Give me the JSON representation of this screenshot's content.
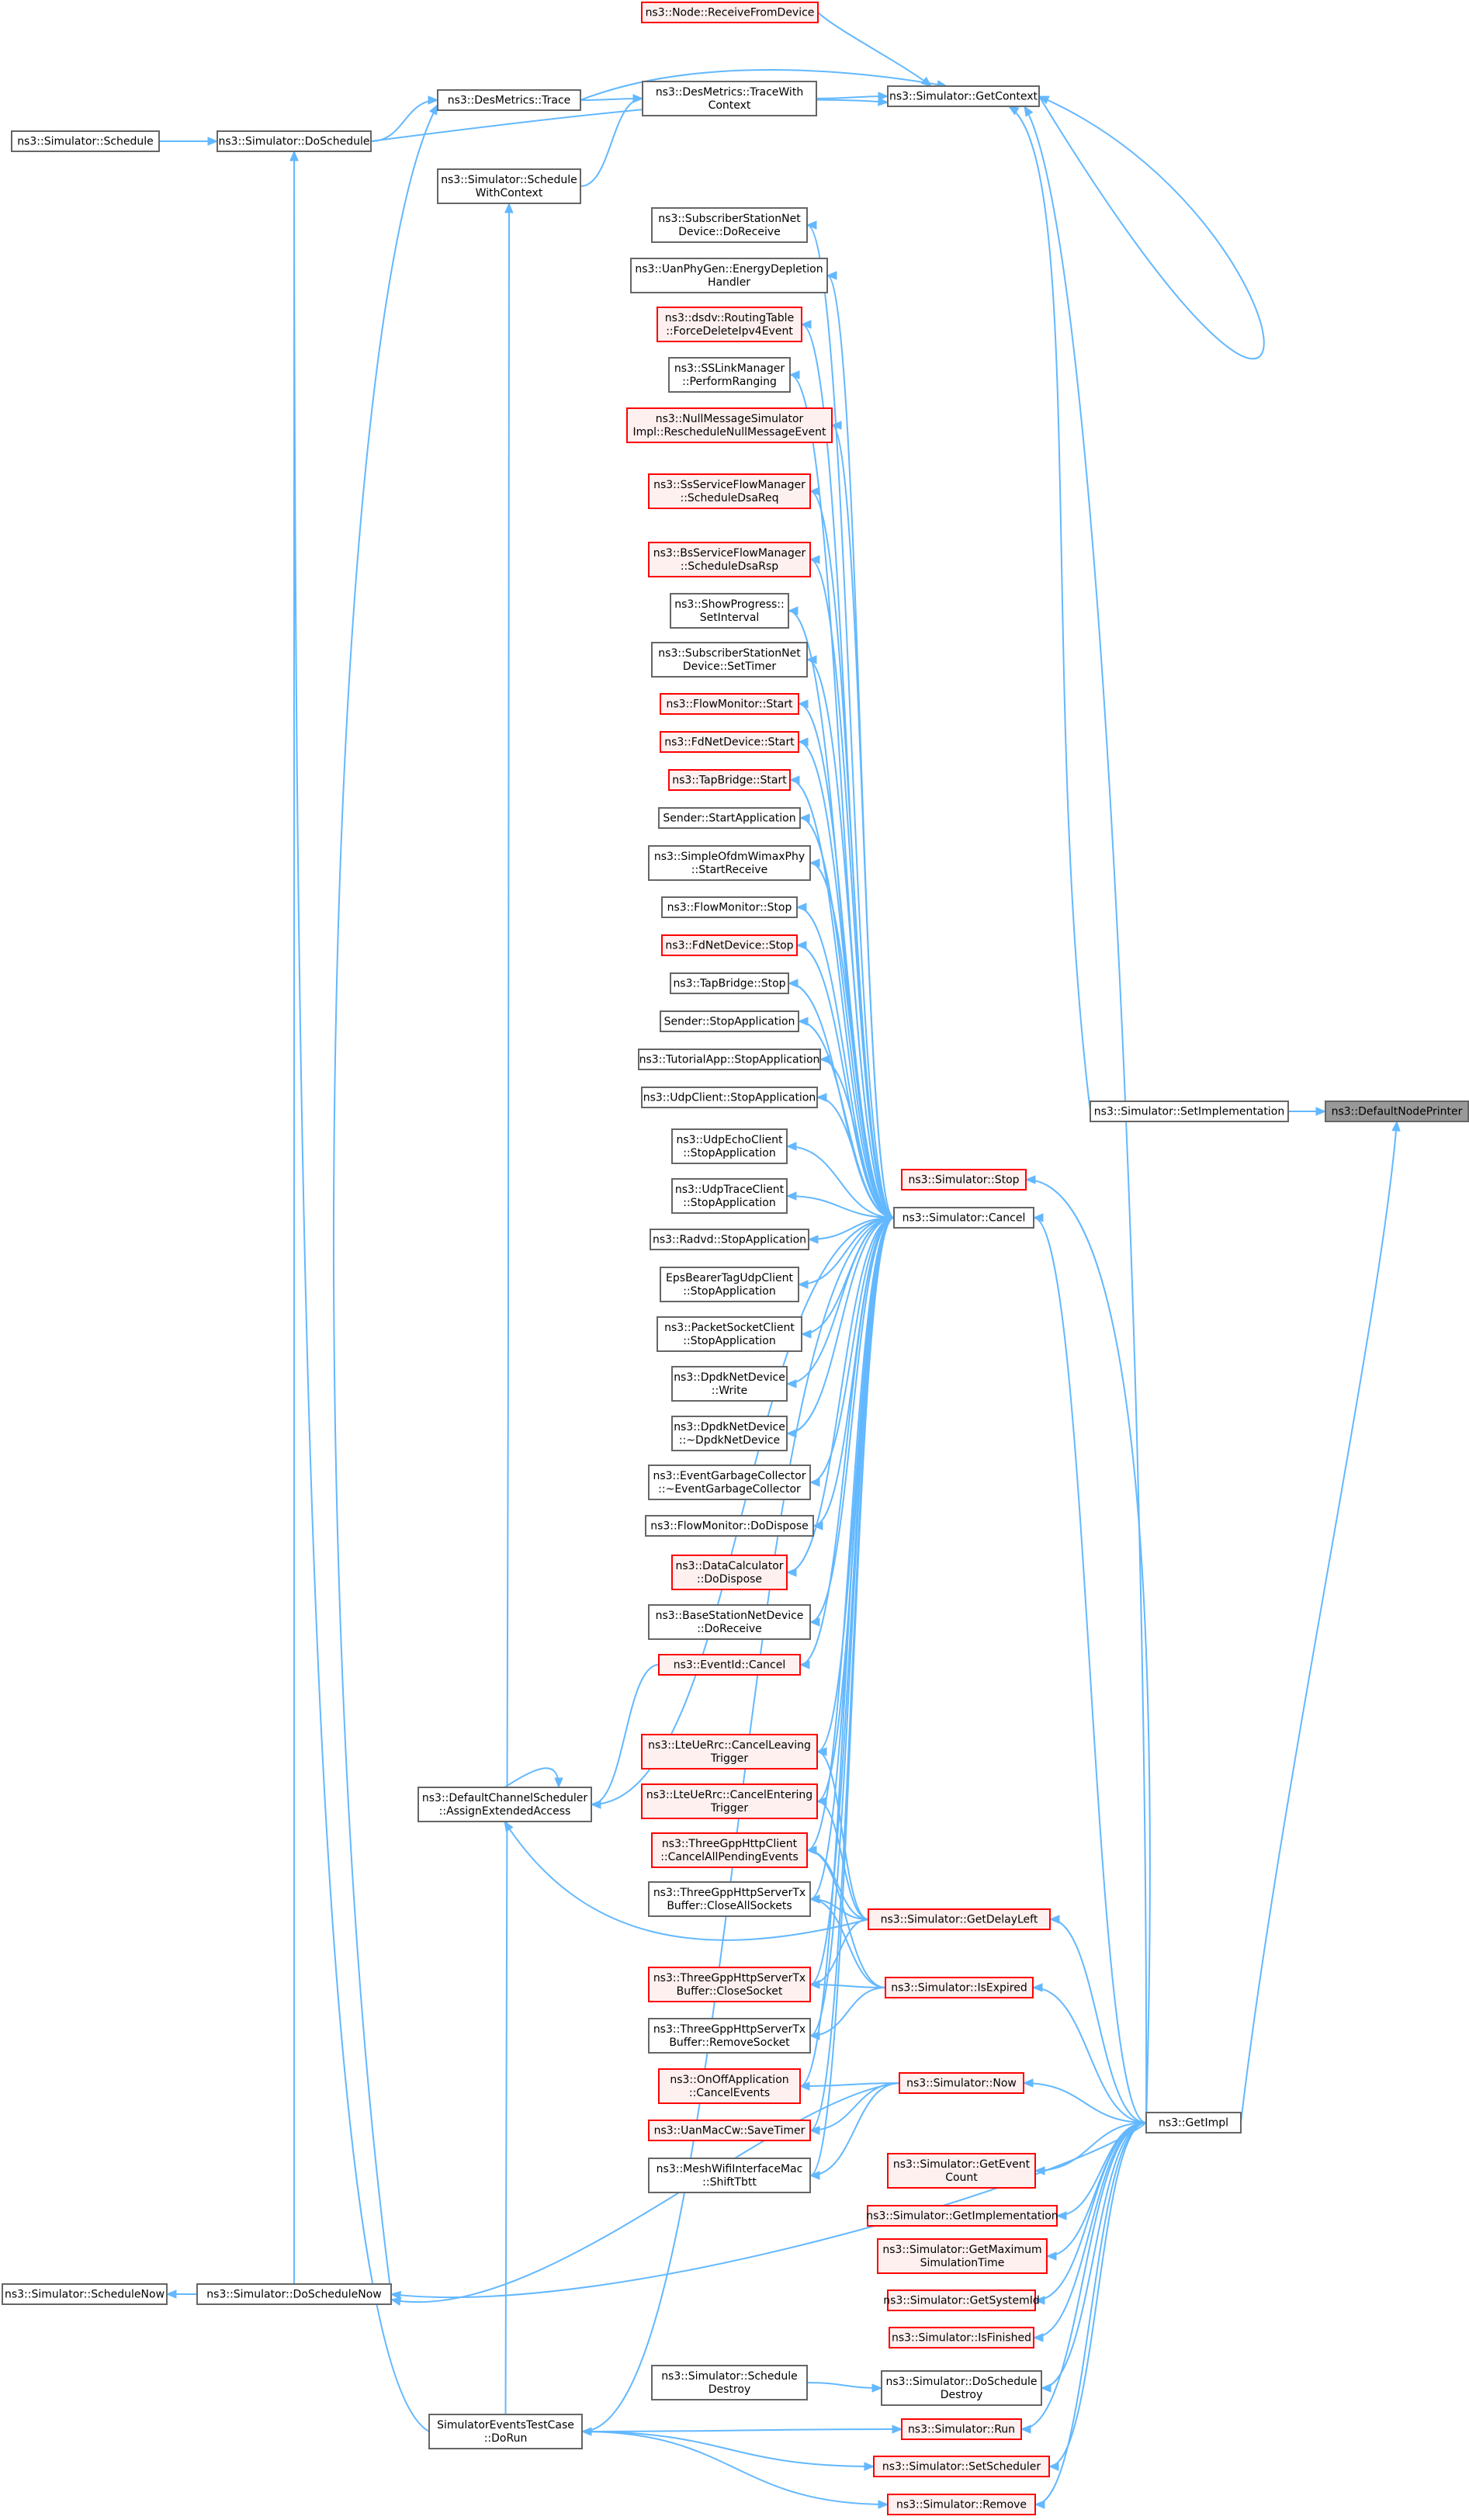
{
  "colors": {
    "edge": "#63b8ff",
    "node_border_normal": "#666666",
    "node_border_red": "#ff0000",
    "node_fill_normal": "#ffffff",
    "node_fill_red": "#fff0f0",
    "node_fill_highlight": "#999999"
  },
  "nodes": [
    {
      "id": "default_node_printer",
      "style": "highlight",
      "lines": [
        "ns3::DefaultNodePrinter"
      ]
    },
    {
      "id": "set_implementation",
      "style": "normal",
      "lines": [
        "ns3::Simulator::SetImplementation"
      ]
    },
    {
      "id": "get_context",
      "style": "normal",
      "lines": [
        "ns3::Simulator::GetContext"
      ]
    },
    {
      "id": "receive_from_device",
      "style": "red",
      "lines": [
        "ns3::Node::ReceiveFromDevice"
      ]
    },
    {
      "id": "des_metrics_trace_with_context",
      "style": "normal",
      "lines": [
        "ns3::DesMetrics::TraceWith",
        "Context"
      ]
    },
    {
      "id": "des_metrics_trace",
      "style": "normal",
      "lines": [
        "ns3::DesMetrics::Trace"
      ]
    },
    {
      "id": "do_schedule",
      "style": "normal",
      "lines": [
        "ns3::Simulator::DoSchedule"
      ]
    },
    {
      "id": "schedule",
      "style": "normal",
      "lines": [
        "ns3::Simulator::Schedule"
      ]
    },
    {
      "id": "schedule_with_context",
      "style": "normal",
      "lines": [
        "ns3::Simulator::Schedule",
        "WithContext"
      ]
    },
    {
      "id": "ss_net_device_do_receive",
      "style": "normal",
      "lines": [
        "ns3::SubscriberStationNet",
        "Device::DoReceive"
      ]
    },
    {
      "id": "uan_energy_depletion",
      "style": "normal",
      "lines": [
        "ns3::UanPhyGen::EnergyDepletion",
        "Handler"
      ]
    },
    {
      "id": "dsdv_force_delete",
      "style": "red",
      "lines": [
        "ns3::dsdv::RoutingTable",
        "::ForceDeleteIpv4Event"
      ]
    },
    {
      "id": "ss_link_perform_ranging",
      "style": "normal",
      "lines": [
        "ns3::SSLinkManager",
        "::PerformRanging"
      ]
    },
    {
      "id": "null_message_reschedule",
      "style": "red",
      "lines": [
        "ns3::NullMessageSimulator",
        "Impl::RescheduleNullMessageEvent"
      ]
    },
    {
      "id": "ss_schedule_dsa_req",
      "style": "red",
      "lines": [
        "ns3::SsServiceFlowManager",
        "::ScheduleDsaReq"
      ]
    },
    {
      "id": "bs_schedule_dsa_rsp",
      "style": "red",
      "lines": [
        "ns3::BsServiceFlowManager",
        "::ScheduleDsaRsp"
      ]
    },
    {
      "id": "show_progress_set_interval",
      "style": "normal",
      "lines": [
        "ns3::ShowProgress::",
        "SetInterval"
      ]
    },
    {
      "id": "ss_net_device_set_timer",
      "style": "normal",
      "lines": [
        "ns3::SubscriberStationNet",
        "Device::SetTimer"
      ]
    },
    {
      "id": "flow_monitor_start",
      "style": "red",
      "lines": [
        "ns3::FlowMonitor::Start"
      ]
    },
    {
      "id": "fd_net_device_start",
      "style": "red",
      "lines": [
        "ns3::FdNetDevice::Start"
      ]
    },
    {
      "id": "tap_bridge_start",
      "style": "red",
      "lines": [
        "ns3::TapBridge::Start"
      ]
    },
    {
      "id": "sender_start_application",
      "style": "normal",
      "lines": [
        "Sender::StartApplication"
      ]
    },
    {
      "id": "simple_ofdm_start_receive",
      "style": "normal",
      "lines": [
        "ns3::SimpleOfdmWimaxPhy",
        "::StartReceive"
      ]
    },
    {
      "id": "flow_monitor_stop",
      "style": "normal",
      "lines": [
        "ns3::FlowMonitor::Stop"
      ]
    },
    {
      "id": "fd_net_device_stop",
      "style": "red",
      "lines": [
        "ns3::FdNetDevice::Stop"
      ]
    },
    {
      "id": "tap_bridge_stop",
      "style": "normal",
      "lines": [
        "ns3::TapBridge::Stop"
      ]
    },
    {
      "id": "sender_stop_application",
      "style": "normal",
      "lines": [
        "Sender::StopApplication"
      ]
    },
    {
      "id": "tutorial_app_stop",
      "style": "normal",
      "lines": [
        "ns3::TutorialApp::StopApplication"
      ]
    },
    {
      "id": "udp_client_stop",
      "style": "normal",
      "lines": [
        "ns3::UdpClient::StopApplication"
      ]
    },
    {
      "id": "udp_echo_client_stop",
      "style": "normal",
      "lines": [
        "ns3::UdpEchoClient",
        "::StopApplication"
      ]
    },
    {
      "id": "udp_trace_client_stop",
      "style": "normal",
      "lines": [
        "ns3::UdpTraceClient",
        "::StopApplication"
      ]
    },
    {
      "id": "radvd_stop",
      "style": "normal",
      "lines": [
        "ns3::Radvd::StopApplication"
      ]
    },
    {
      "id": "eps_bearer_stop",
      "style": "normal",
      "lines": [
        "EpsBearerTagUdpClient",
        "::StopApplication"
      ]
    },
    {
      "id": "packet_socket_client_stop",
      "style": "normal",
      "lines": [
        "ns3::PacketSocketClient",
        "::StopApplication"
      ]
    },
    {
      "id": "dpdk_write",
      "style": "normal",
      "lines": [
        "ns3::DpdkNetDevice",
        "::Write"
      ]
    },
    {
      "id": "dpdk_destructor",
      "style": "normal",
      "lines": [
        "ns3::DpdkNetDevice",
        "::~DpdkNetDevice"
      ]
    },
    {
      "id": "event_garbage_collector",
      "style": "normal",
      "lines": [
        "ns3::EventGarbageCollector",
        "::~EventGarbageCollector"
      ]
    },
    {
      "id": "flow_monitor_do_dispose",
      "style": "normal",
      "lines": [
        "ns3::FlowMonitor::DoDispose"
      ]
    },
    {
      "id": "data_calculator_do_dispose",
      "style": "red",
      "lines": [
        "ns3::DataCalculator",
        "::DoDispose"
      ]
    },
    {
      "id": "base_station_do_receive",
      "style": "normal",
      "lines": [
        "ns3::BaseStationNetDevice",
        "::DoReceive"
      ]
    },
    {
      "id": "event_id_cancel",
      "style": "red",
      "lines": [
        "ns3::EventId::Cancel"
      ]
    },
    {
      "id": "simulator_stop",
      "style": "red",
      "lines": [
        "ns3::Simulator::Stop"
      ]
    },
    {
      "id": "simulator_cancel",
      "style": "normal",
      "lines": [
        "ns3::Simulator::Cancel"
      ]
    },
    {
      "id": "default_channel_scheduler",
      "style": "normal",
      "lines": [
        "ns3::DefaultChannelScheduler",
        "::AssignExtendedAccess"
      ]
    },
    {
      "id": "lte_cancel_leaving",
      "style": "red",
      "lines": [
        "ns3::LteUeRrc::CancelLeaving",
        "Trigger"
      ]
    },
    {
      "id": "lte_cancel_entering",
      "style": "red",
      "lines": [
        "ns3::LteUeRrc::CancelEntering",
        "Trigger"
      ]
    },
    {
      "id": "three_gpp_cancel_all",
      "style": "red",
      "lines": [
        "ns3::ThreeGppHttpClient",
        "::CancelAllPendingEvents"
      ]
    },
    {
      "id": "three_gpp_close_all",
      "style": "normal",
      "lines": [
        "ns3::ThreeGppHttpServerTx",
        "Buffer::CloseAllSockets"
      ]
    },
    {
      "id": "three_gpp_close_socket",
      "style": "red",
      "lines": [
        "ns3::ThreeGppHttpServerTx",
        "Buffer::CloseSocket"
      ]
    },
    {
      "id": "three_gpp_remove_socket",
      "style": "normal",
      "lines": [
        "ns3::ThreeGppHttpServerTx",
        "Buffer::RemoveSocket"
      ]
    },
    {
      "id": "get_delay_left",
      "style": "red",
      "lines": [
        "ns3::Simulator::GetDelayLeft"
      ]
    },
    {
      "id": "is_expired",
      "style": "red",
      "lines": [
        "ns3::Simulator::IsExpired"
      ]
    },
    {
      "id": "on_off_cancel_events",
      "style": "red",
      "lines": [
        "ns3::OnOffApplication",
        "::CancelEvents"
      ]
    },
    {
      "id": "uan_mac_cw_save_timer",
      "style": "red",
      "lines": [
        "ns3::UanMacCw::SaveTimer"
      ]
    },
    {
      "id": "mesh_wifi_shift_tbtt",
      "style": "normal",
      "lines": [
        "ns3::MeshWifiInterfaceMac",
        "::ShiftTbtt"
      ]
    },
    {
      "id": "simulator_now",
      "style": "red",
      "lines": [
        "ns3::Simulator::Now"
      ]
    },
    {
      "id": "get_impl",
      "style": "normal",
      "lines": [
        "ns3::GetImpl"
      ]
    },
    {
      "id": "get_event_count",
      "style": "red",
      "lines": [
        "ns3::Simulator::GetEvent",
        "Count"
      ]
    },
    {
      "id": "get_implementation",
      "style": "red",
      "lines": [
        "ns3::Simulator::GetImplementation"
      ]
    },
    {
      "id": "get_max_sim_time",
      "style": "red",
      "lines": [
        "ns3::Simulator::GetMaximum",
        "SimulationTime"
      ]
    },
    {
      "id": "get_system_id",
      "style": "red",
      "lines": [
        "ns3::Simulator::GetSystemId"
      ]
    },
    {
      "id": "is_finished",
      "style": "red",
      "lines": [
        "ns3::Simulator::IsFinished"
      ]
    },
    {
      "id": "schedule_now",
      "style": "normal",
      "lines": [
        "ns3::Simulator::ScheduleNow"
      ]
    },
    {
      "id": "do_schedule_now",
      "style": "normal",
      "lines": [
        "ns3::Simulator::DoScheduleNow"
      ]
    },
    {
      "id": "schedule_destroy",
      "style": "normal",
      "lines": [
        "ns3::Simulator::Schedule",
        "Destroy"
      ]
    },
    {
      "id": "do_schedule_destroy",
      "style": "normal",
      "lines": [
        "ns3::Simulator::DoSchedule",
        "Destroy"
      ]
    },
    {
      "id": "simulator_events_test_do_run",
      "style": "normal",
      "lines": [
        "SimulatorEventsTestCase",
        "::DoRun"
      ]
    },
    {
      "id": "simulator_run",
      "style": "red",
      "lines": [
        "ns3::Simulator::Run"
      ]
    },
    {
      "id": "set_scheduler",
      "style": "red",
      "lines": [
        "ns3::Simulator::SetScheduler"
      ]
    },
    {
      "id": "simulator_remove",
      "style": "red",
      "lines": [
        "ns3::Simulator::Remove"
      ]
    }
  ]
}
